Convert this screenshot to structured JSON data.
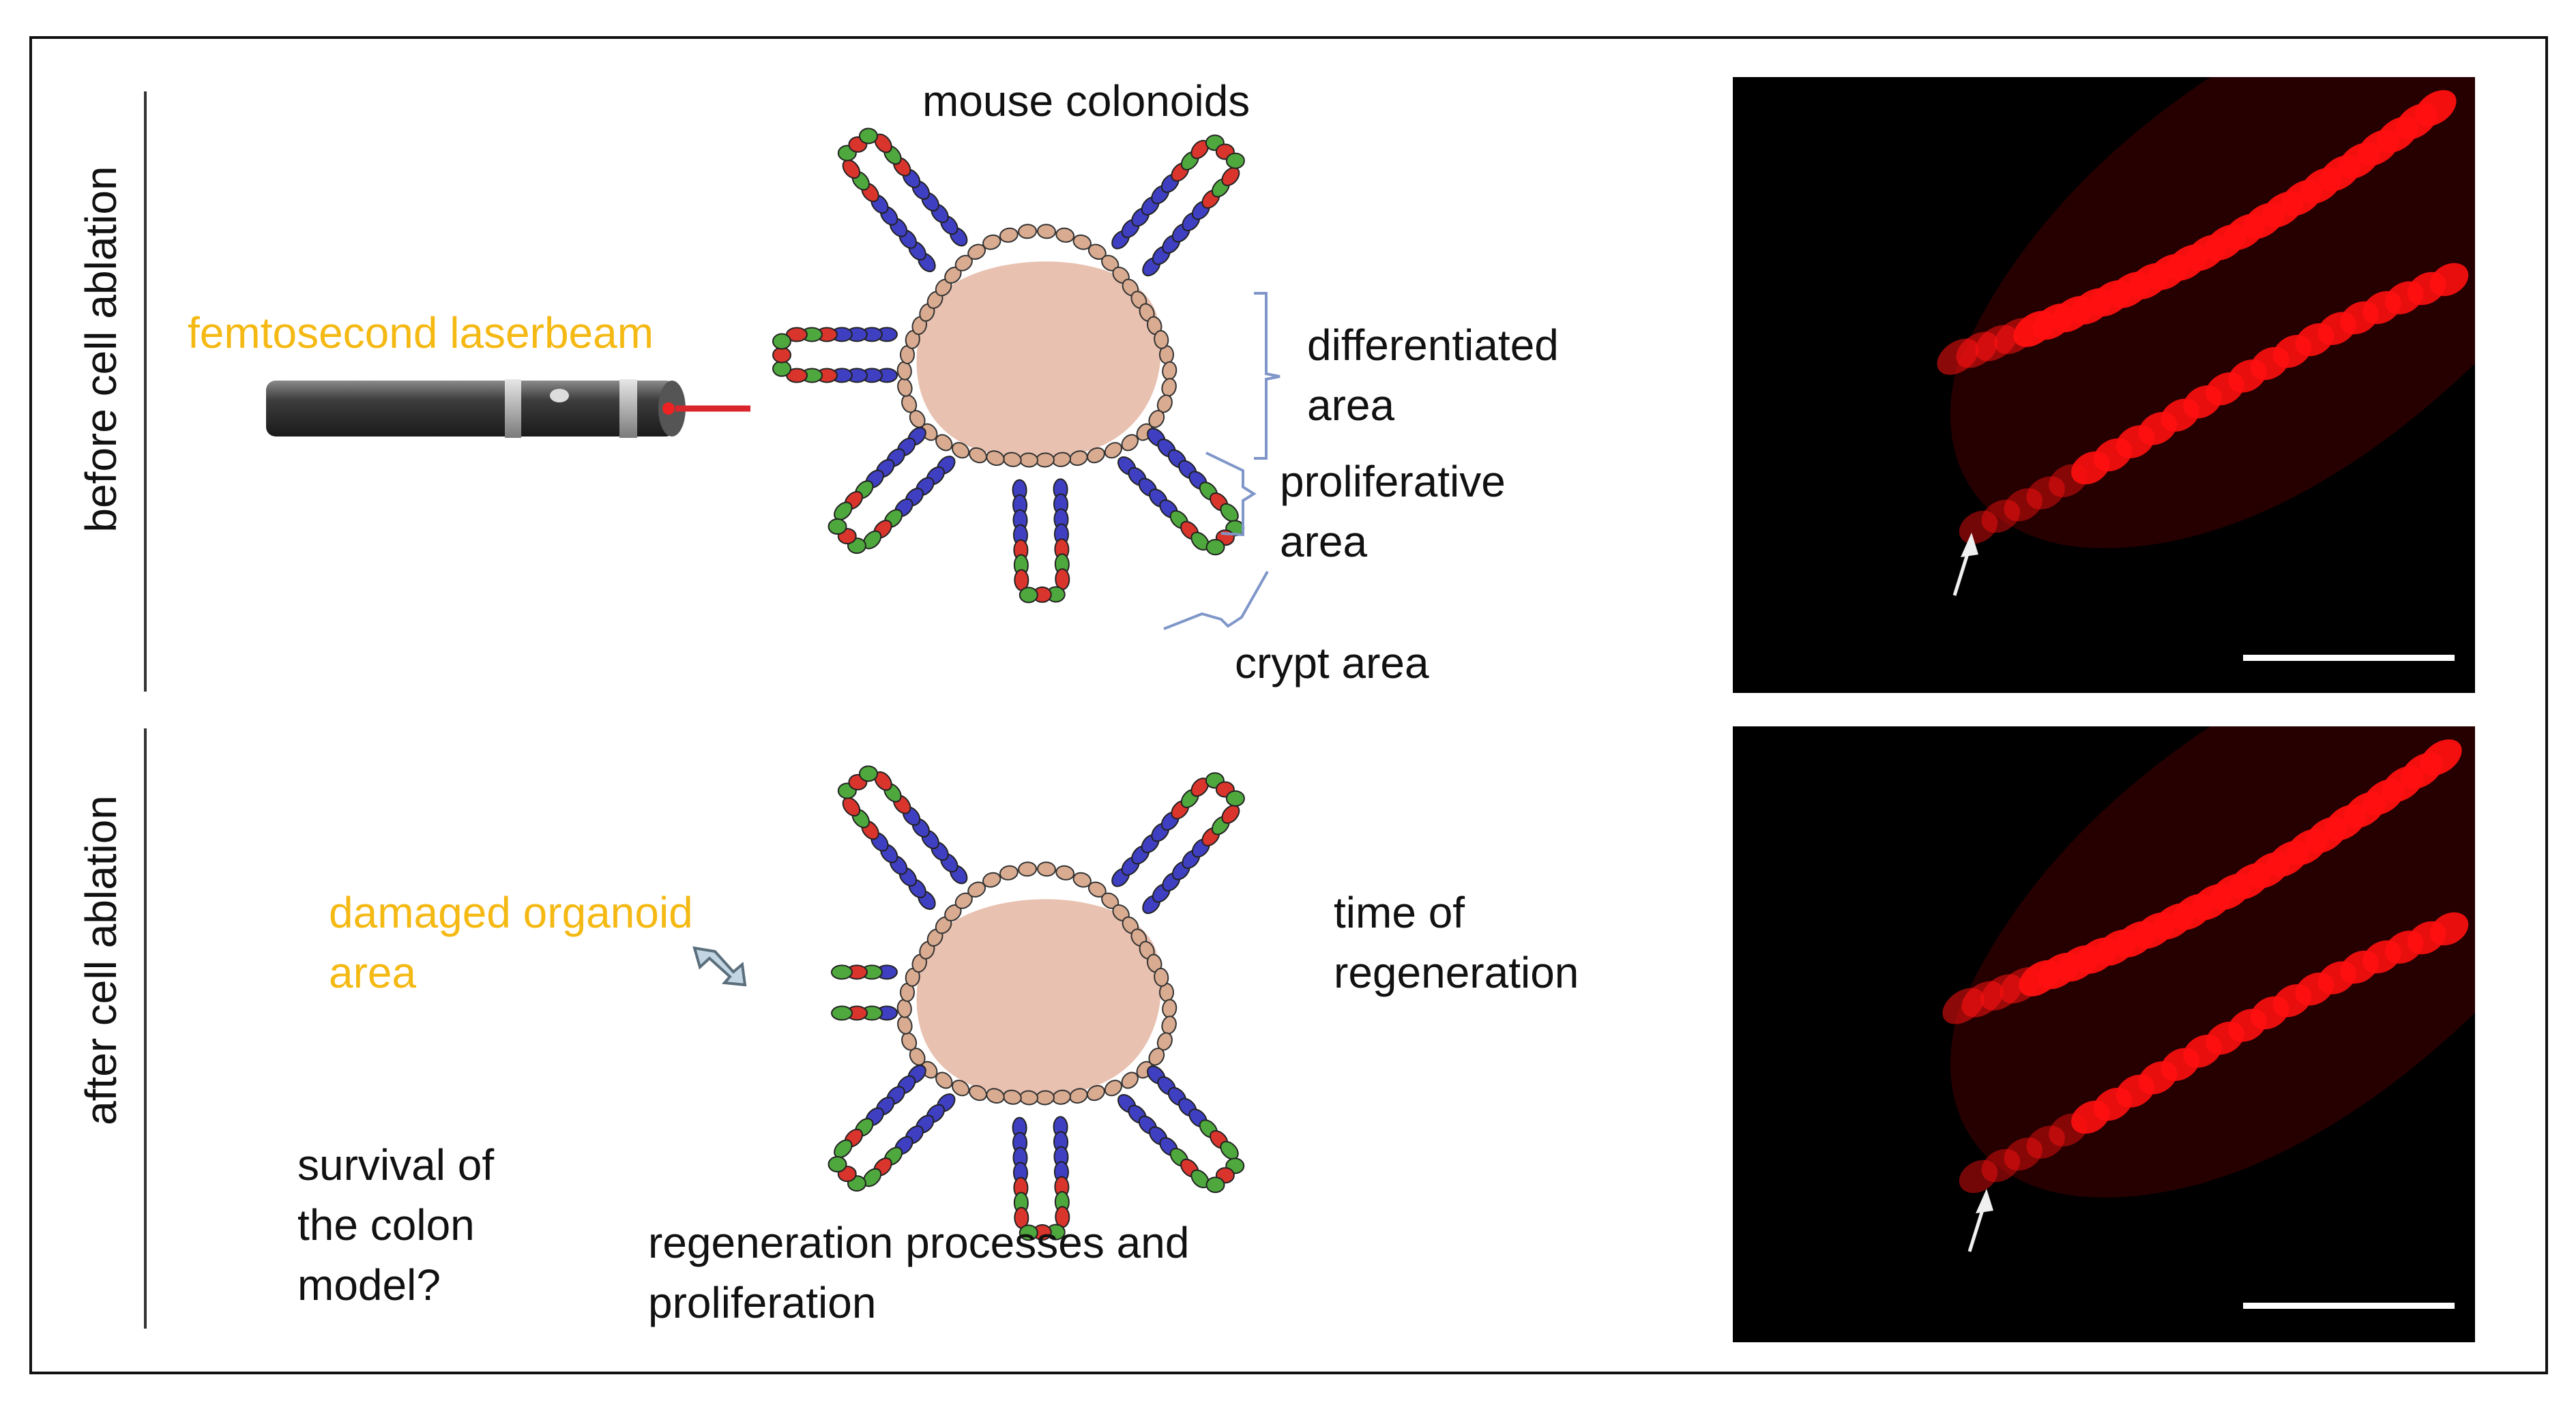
{
  "colors": {
    "accent_label": "#f5b914",
    "lumen": "#e8c1b0",
    "cell_differentiated": "#d9ab90",
    "cell_proliferative": "#3f3fc2",
    "cell_crypt_green": "#4fa83d",
    "cell_crypt_red": "#d9352c",
    "bracket": "#7f96c8",
    "fluorescence": "#ff1010"
  },
  "top": {
    "side_label": "before cell ablation",
    "title": "mouse colonoids",
    "laser_label": "femtosecond laserbeam",
    "regions": {
      "differentiated": [
        "differentiated",
        "area"
      ],
      "proliferative": [
        "proliferative",
        "area"
      ],
      "crypt": "crypt area"
    }
  },
  "bottom": {
    "side_label": "after cell ablation",
    "damaged_label": [
      "damaged organoid",
      "area"
    ],
    "time_label": [
      "time of",
      "regeneration"
    ],
    "survival_label": [
      "survival of",
      "the colon",
      "model?"
    ],
    "regeneration_label": [
      "regeneration processes and",
      "proliferation"
    ]
  },
  "icons": {
    "laser": "laser-pointer-icon",
    "arrow_damage": "pointer-arrow-icon",
    "micrograph_arrow": "white-arrow-icon"
  }
}
